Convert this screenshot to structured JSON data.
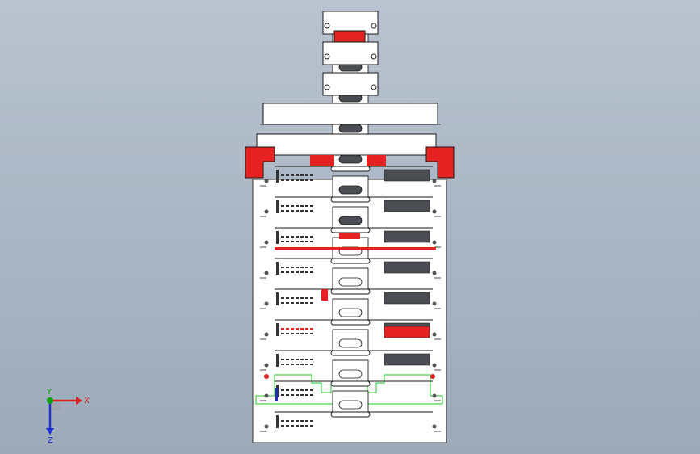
{
  "viewport": {
    "background_top": "#b9c3d0",
    "background_bottom": "#9daaba"
  },
  "colors": {
    "plate_fill": "#ffffff",
    "outline": "#1a1a1a",
    "highlight_red": "#e52222",
    "dark_gray": "#4a4d52",
    "mid_gray": "#6f7378",
    "selection_green": "#22c822",
    "blue_accent": "#1e2fb5",
    "axis_x": "#e02020",
    "axis_y": "#10a010",
    "axis_z": "#2030d0"
  },
  "model": {
    "description_visible": false,
    "stack_levels": 15,
    "highlighted_parts": [
      "top-clamp",
      "left-bracket",
      "right-bracket",
      "red-slot-level-10",
      "red-tab-level-8",
      "red-bar-level-9"
    ]
  },
  "triad": {
    "x_label": "X",
    "y_label": "Y",
    "z_label": "Z",
    "x_icon": "x-axis-arrow-icon",
    "y_icon": "y-axis-dot-icon",
    "z_icon": "z-axis-arrow-icon"
  }
}
